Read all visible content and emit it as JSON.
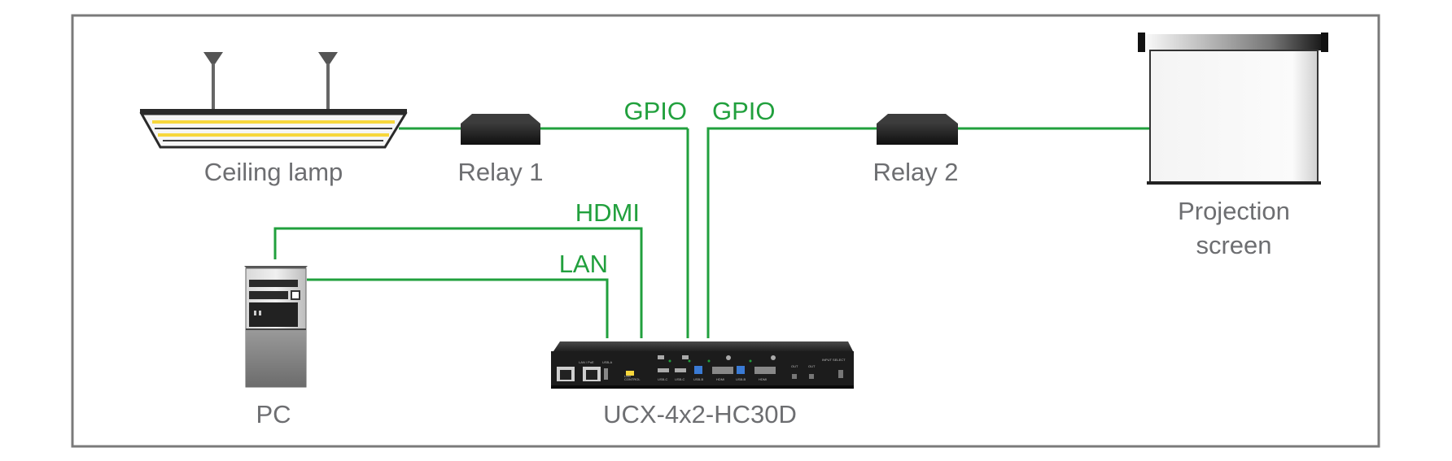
{
  "colors": {
    "wire": "#21a03d",
    "label": "#6d6e71",
    "frame": "#7a7a7a",
    "lamp_light": "#f7d73c",
    "device": "#1c1c1c"
  },
  "devices": {
    "ceiling_lamp": "Ceiling lamp",
    "relay1": "Relay 1",
    "relay2": "Relay 2",
    "projection_screen_line1": "Projection",
    "projection_screen_line2": "screen",
    "pc": "PC",
    "ucx": "UCX-4x2-HC30D"
  },
  "connections": {
    "gpio1": "GPIO",
    "gpio2": "GPIO",
    "hdmi": "HDMI",
    "lan": "LAN"
  },
  "front_panel": {
    "port_labels": [
      "LAN / PoE",
      "USB-A",
      "LAN",
      "CONTROL",
      "USB-C",
      "USB-C",
      "USB-B",
      "HDMI",
      "USB-B",
      "HDMI",
      "OUT",
      "OUT",
      "INPUT SELECT"
    ]
  }
}
